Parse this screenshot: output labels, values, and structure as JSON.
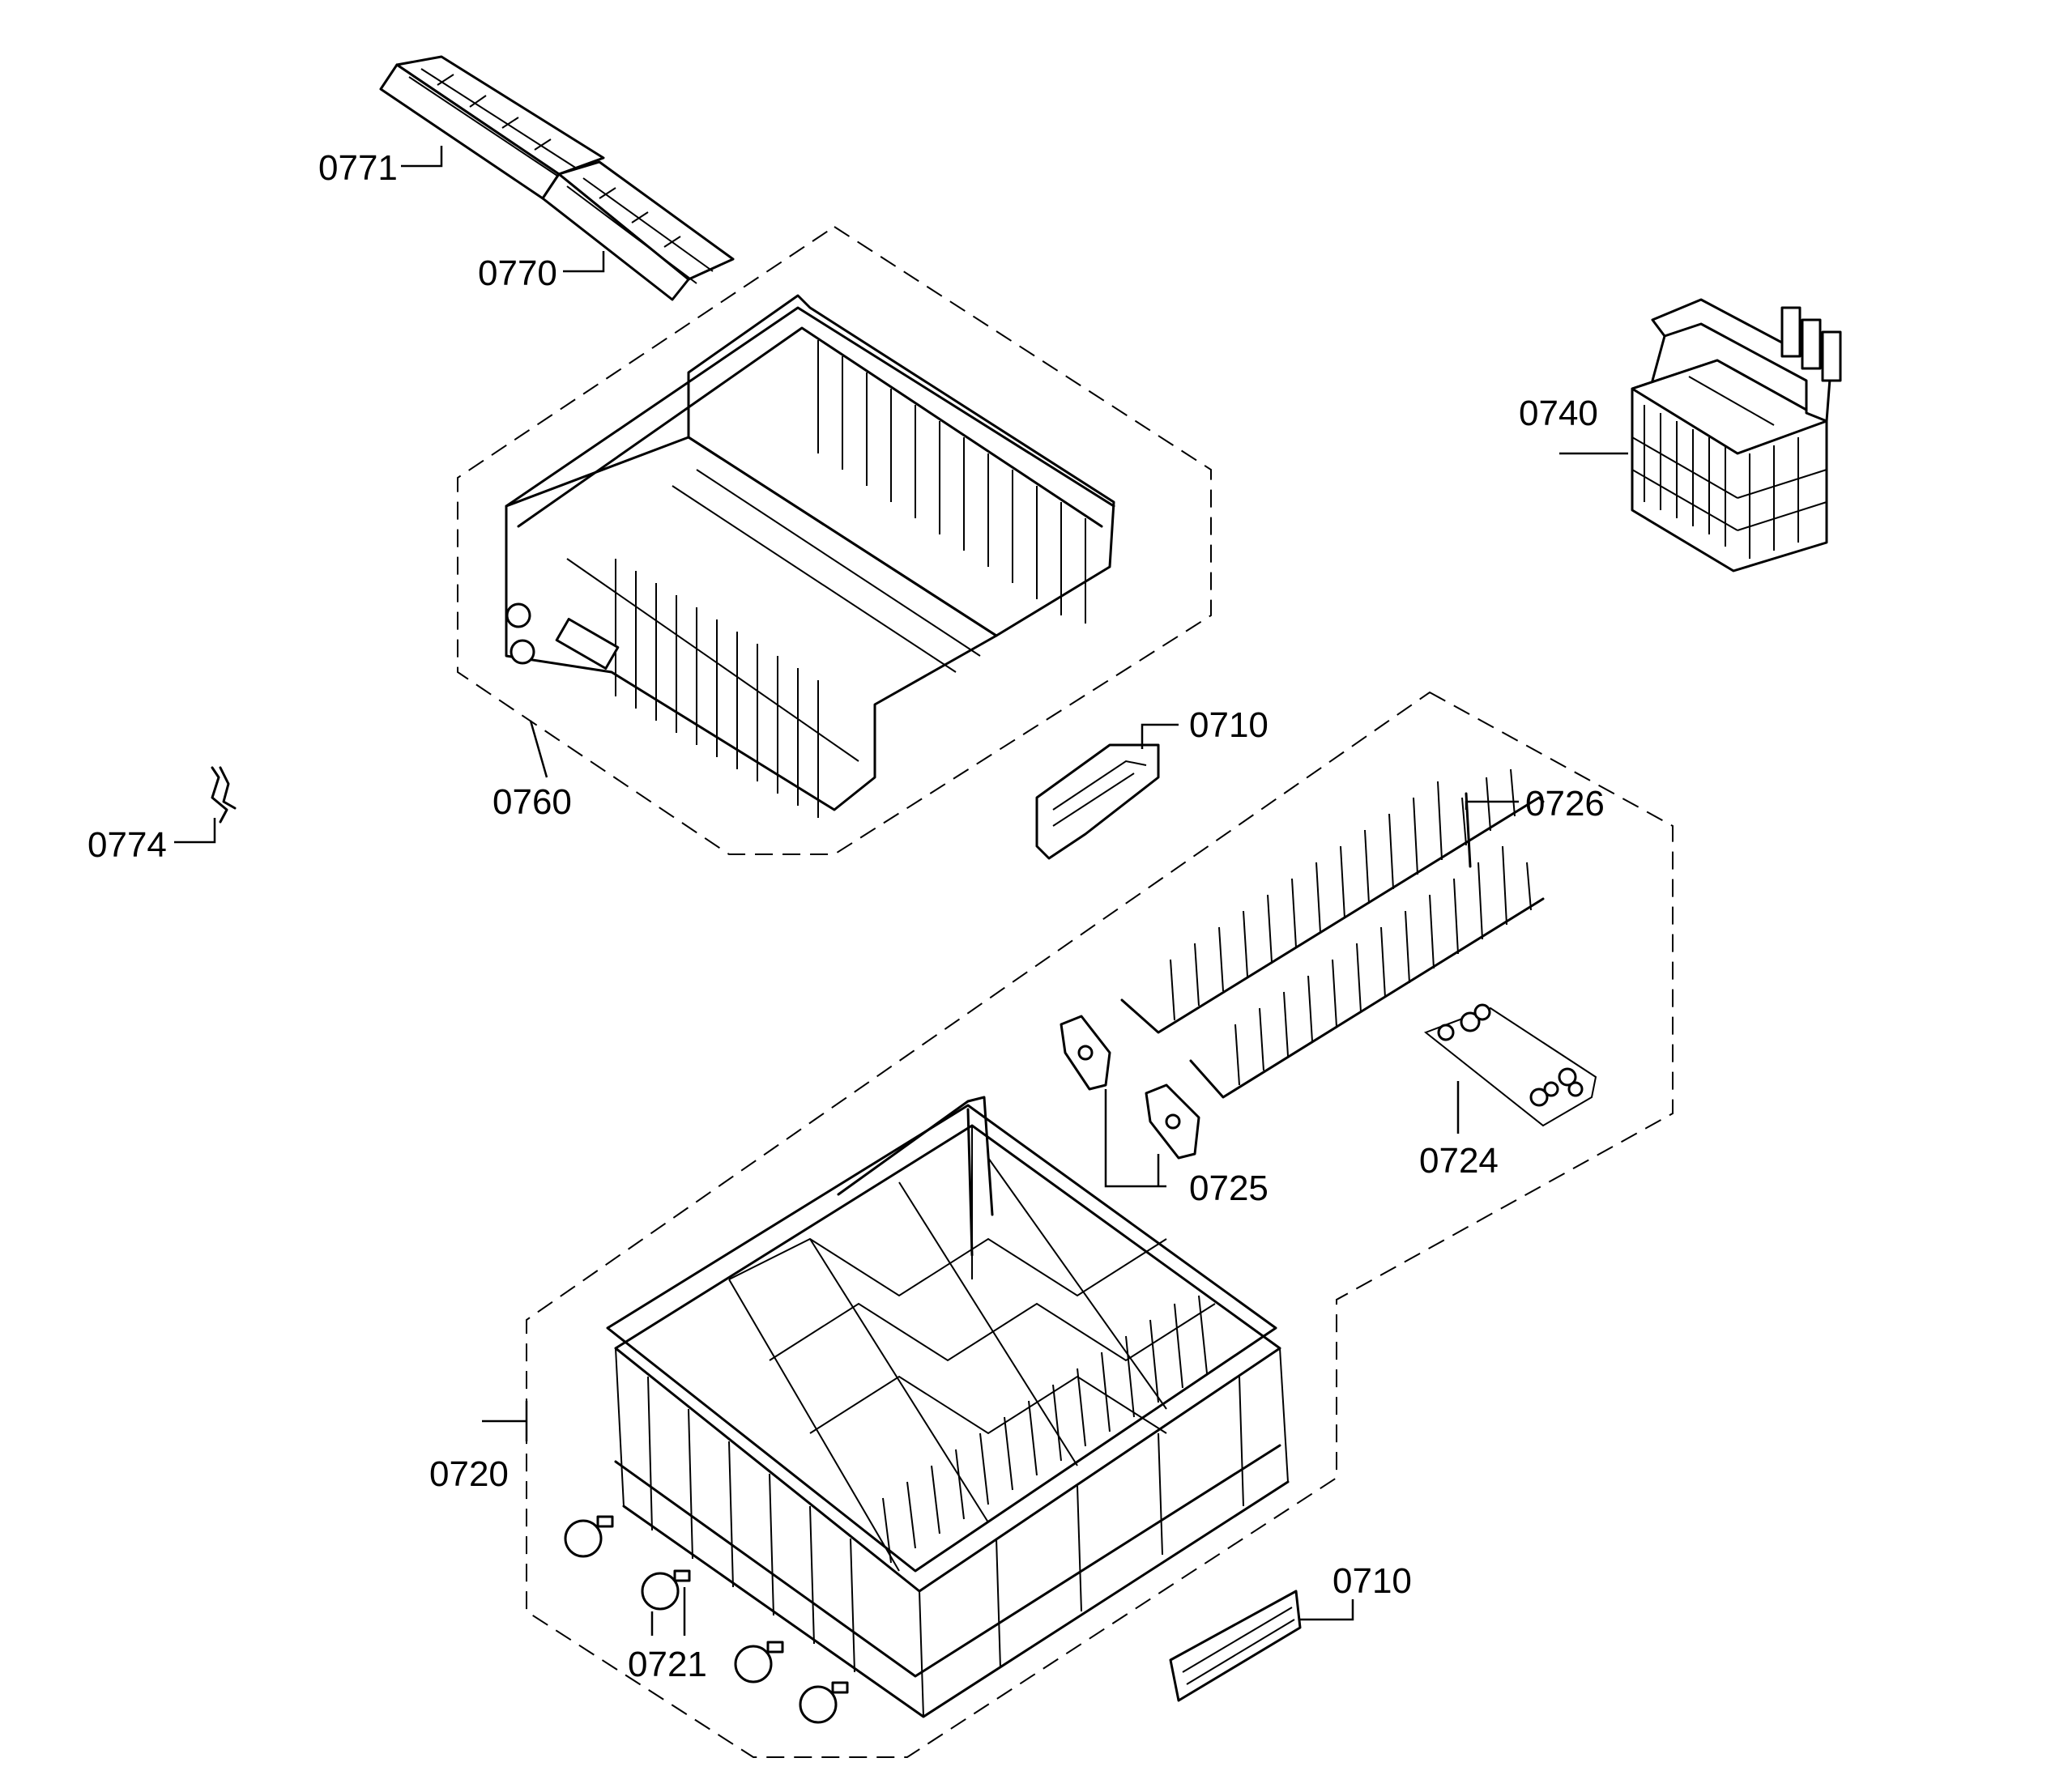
{
  "labels": {
    "p0771": "0771",
    "p0770": "0770",
    "p0740": "0740",
    "p0760": "0760",
    "p0774": "0774",
    "p0710_top": "0710",
    "p0726": "0726",
    "p0725": "0725",
    "p0724": "0724",
    "p0720": "0720",
    "p0721": "0721",
    "p0710_bottom": "0710"
  },
  "colors": {
    "line": "#000000",
    "background": "#ffffff"
  }
}
